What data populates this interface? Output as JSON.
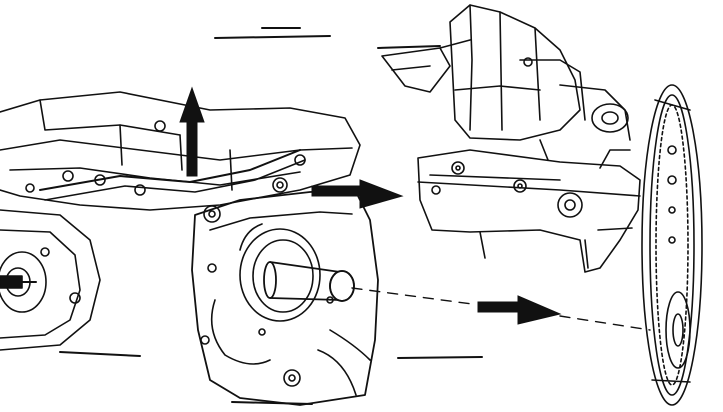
{
  "figure": {
    "kind": "exploded-view line drawing",
    "parts": [
      "engine-block",
      "oil-pump",
      "timing-chain-sprocket",
      "crankshaft-nose"
    ],
    "arrows": [
      {
        "name": "lift-up-arrow",
        "direction": "up"
      },
      {
        "name": "slide-right-arrow",
        "direction": "right"
      },
      {
        "name": "shaft-right-arrow",
        "direction": "right"
      }
    ],
    "colors": {
      "ink": "#111111",
      "paper": "#ffffff"
    }
  }
}
